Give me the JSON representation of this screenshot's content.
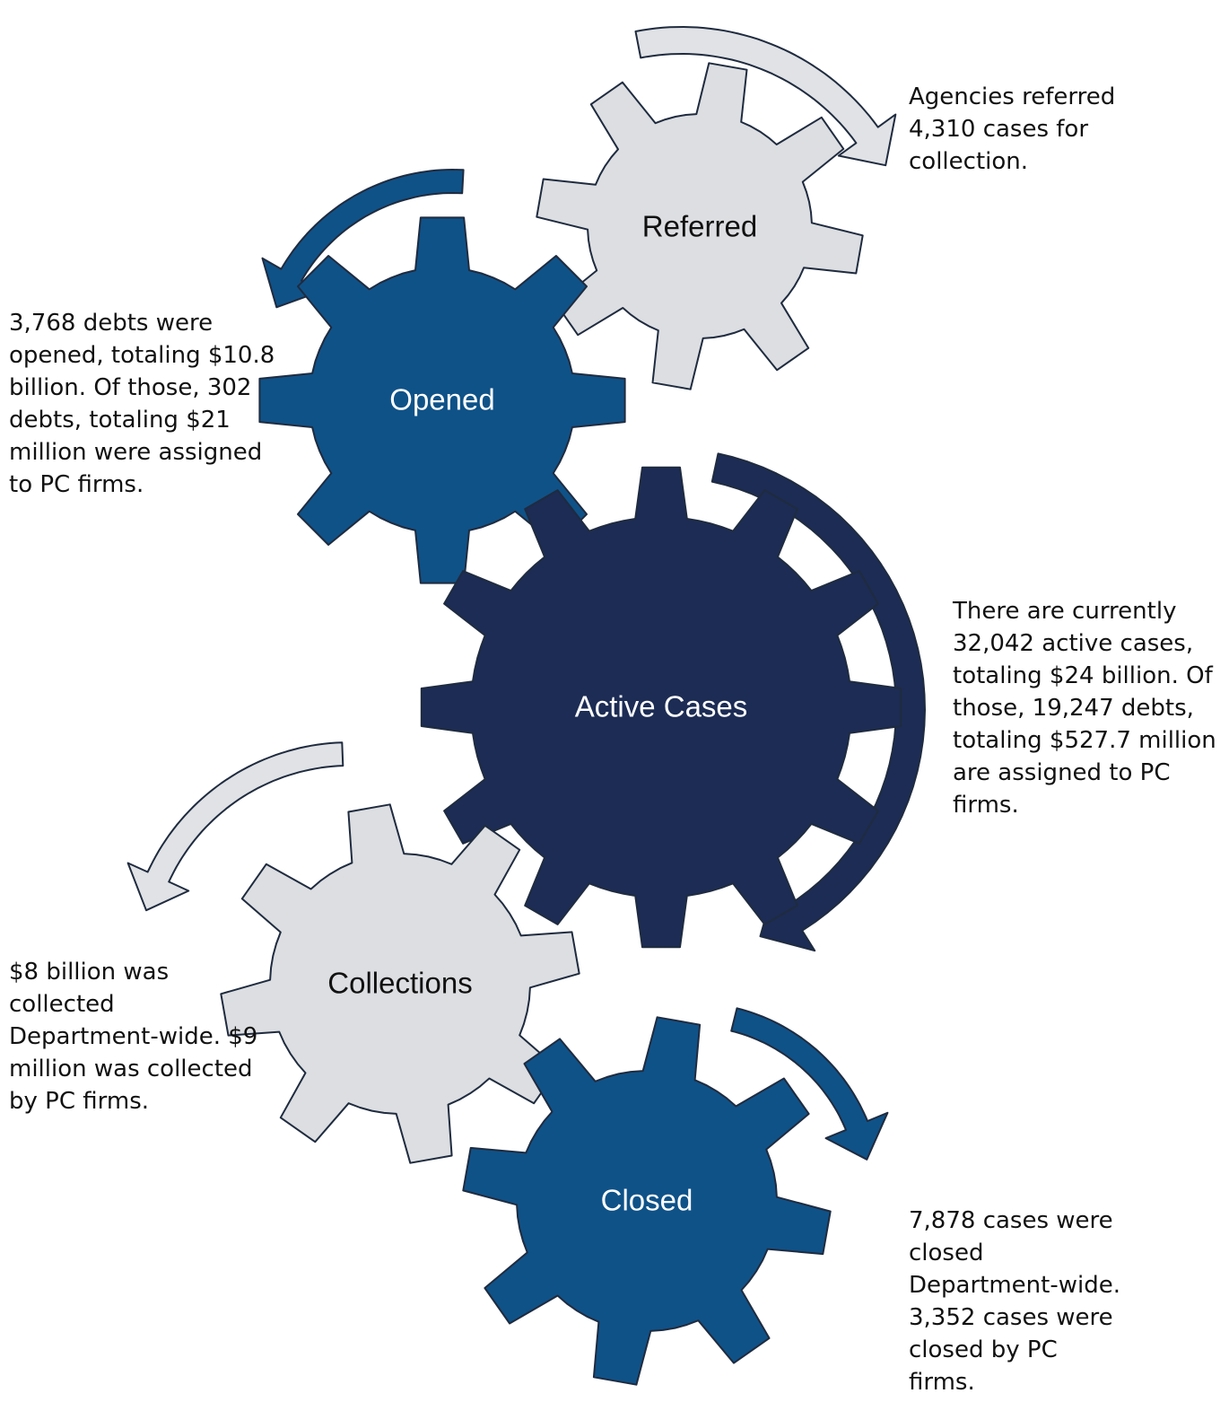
{
  "colors": {
    "light_gear": "#dcdee1",
    "blue_gear": "#0f5288",
    "navy_gear": "#1c2c54",
    "arrow_light": "#e0e2e5",
    "arrow_blue": "#0f5288",
    "arrow_navy": "#1c2c54",
    "outline": "#1f2b3f",
    "label_dark": "#111111",
    "label_light": "#ffffff"
  },
  "gears": [
    {
      "key": "referred",
      "label": "Referred"
    },
    {
      "key": "opened",
      "label": "Opened"
    },
    {
      "key": "active_cases",
      "label": "Active Cases"
    },
    {
      "key": "collections",
      "label": "Collections"
    },
    {
      "key": "closed",
      "label": "Closed"
    }
  ],
  "captions": {
    "referred": "Agencies referred\n4,310 cases for\ncollection.",
    "opened": "3,768 debts were\nopened, totaling $10.8\nbillion.  Of those, 302\ndebts, totaling $21\nmillion were assigned\nto PC firms.",
    "active_cases": "There are currently\n32,042 active cases,\ntotaling $24 billion. Of\nthose, 19,247 debts,\ntotaling $527.7 million\nare assigned to PC\nfirms.",
    "collections": "$8 billion was\ncollected\nDepartment-wide. $9\nmillion was collected\nby PC firms.",
    "closed": "7,878 cases were\nclosed\nDepartment-wide.\n3,352 cases were\nclosed by PC\nfirms."
  }
}
